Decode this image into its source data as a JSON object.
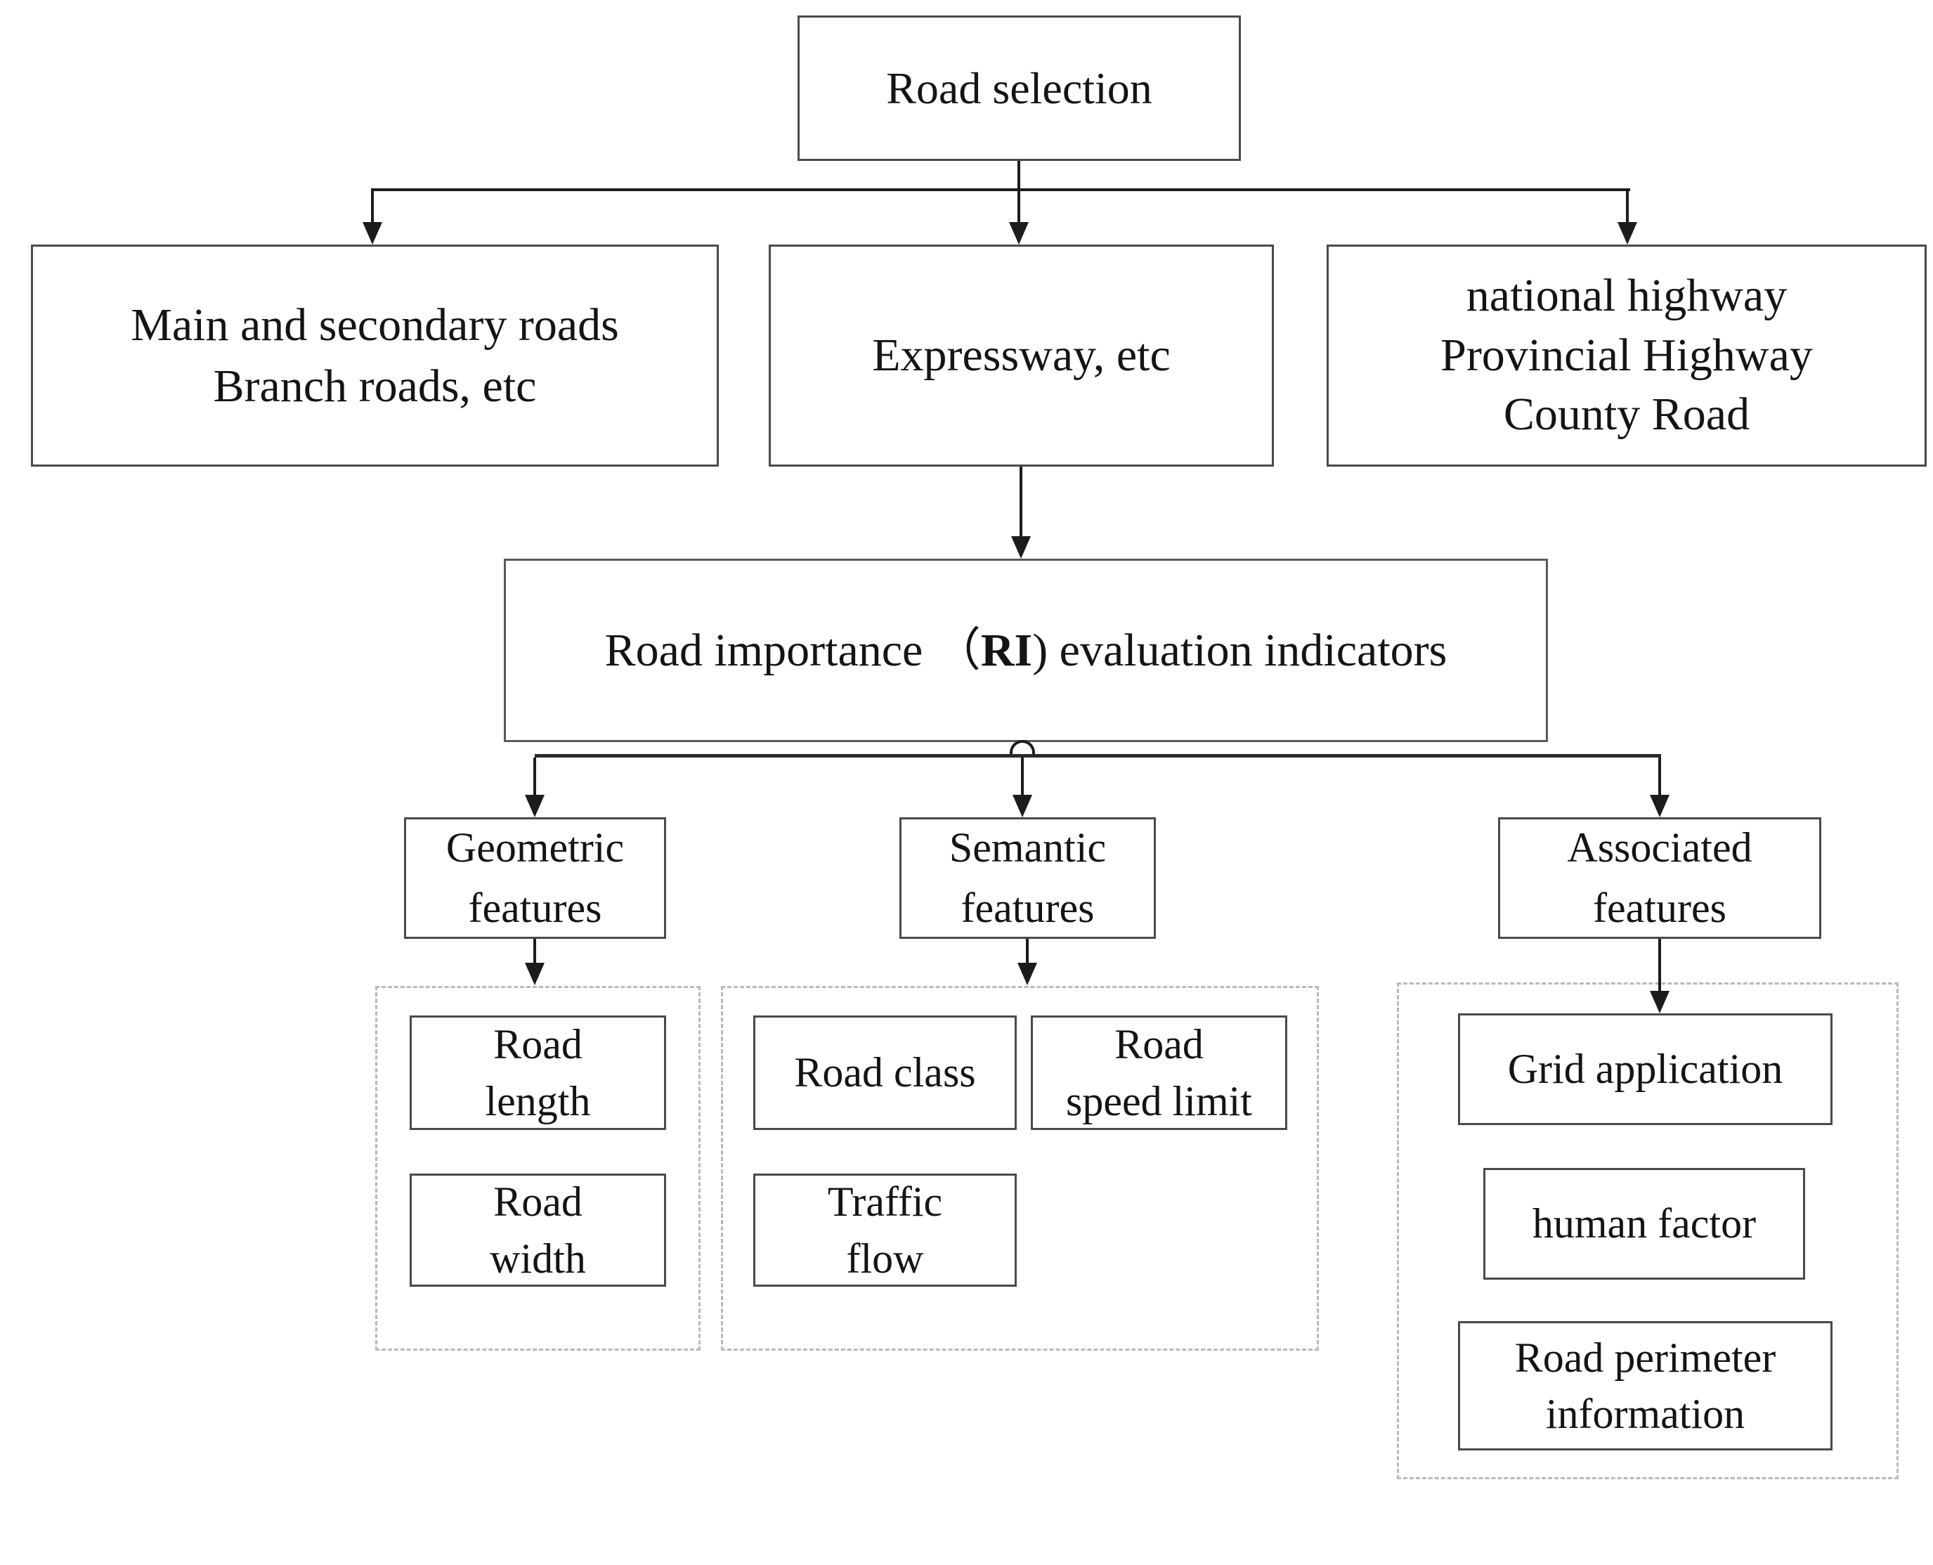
{
  "diagram_title": "Road selection hierarchy flowchart",
  "colors": {
    "bg": "#ffffff",
    "box_border": "#4a4a4a",
    "ri_border": "#5a5a5a",
    "line": "#1c1c1c",
    "dashed_border": "#b9b9b9",
    "text": "#141414"
  },
  "nodes": {
    "road_selection": {
      "lines": [
        "Road selection"
      ]
    },
    "main_secondary": {
      "lines": [
        "Main and secondary roads",
        "Branch roads, etc"
      ]
    },
    "expressway": {
      "lines": [
        "Expressway, etc"
      ]
    },
    "national": {
      "lines": [
        "national highway",
        "Provincial Highway",
        "County Road"
      ]
    },
    "ri": {
      "prefix": "Road importance （",
      "bold": "RI",
      "suffix": ") evaluation indicators"
    },
    "geometric": {
      "lines": [
        "Geometric",
        "features"
      ]
    },
    "semantic": {
      "lines": [
        "Semantic",
        "features"
      ]
    },
    "associated": {
      "lines": [
        "Associated",
        "features"
      ]
    },
    "road_length": {
      "lines": [
        "Road",
        "length"
      ]
    },
    "road_width": {
      "lines": [
        "Road",
        "width"
      ]
    },
    "road_class": {
      "lines": [
        "Road class"
      ]
    },
    "road_speed_limit": {
      "lines": [
        "Road",
        "speed limit"
      ]
    },
    "traffic_flow": {
      "lines": [
        "Traffic",
        "flow"
      ]
    },
    "grid_application": {
      "lines": [
        "Grid application"
      ]
    },
    "human_factor": {
      "lines": [
        "human factor"
      ]
    },
    "road_perimeter": {
      "lines": [
        "Road perimeter",
        "information"
      ]
    }
  }
}
